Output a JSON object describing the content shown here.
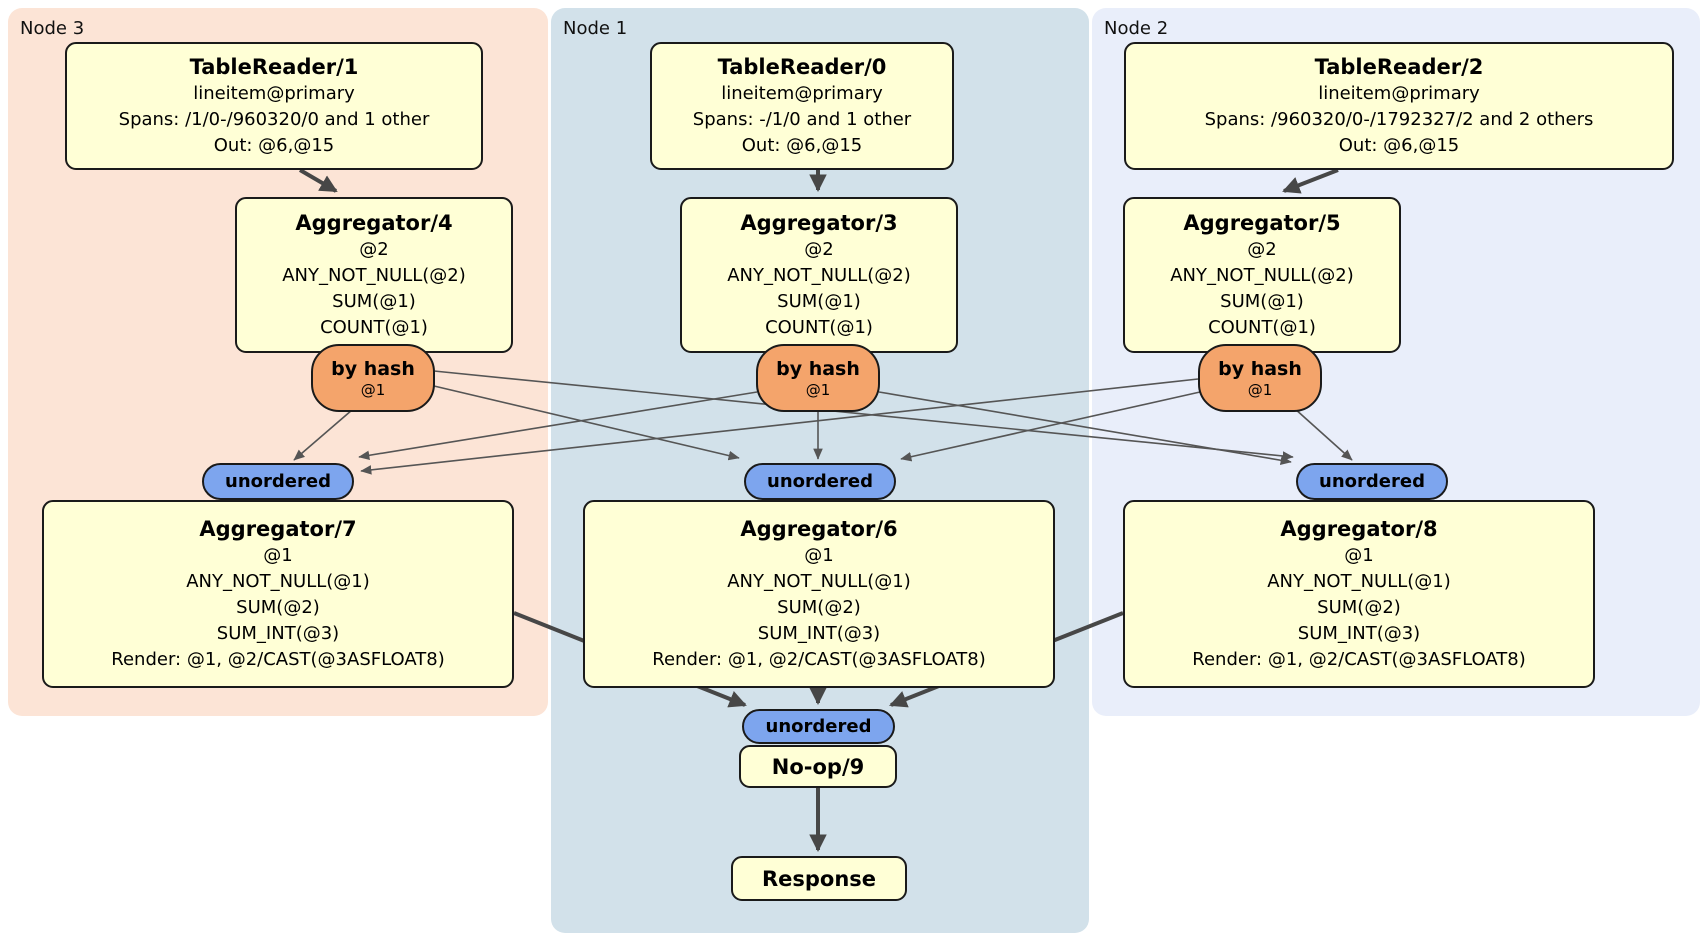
{
  "regions": [
    {
      "label": "Node 3"
    },
    {
      "label": "Node 1"
    },
    {
      "label": "Node 2"
    }
  ],
  "boxes": {
    "tablereader1": {
      "title": "TableReader/1",
      "lines": [
        "lineitem@primary",
        "Spans: /1/0-/960320/0 and 1 other",
        "Out: @6,@15"
      ]
    },
    "tablereader0": {
      "title": "TableReader/0",
      "lines": [
        "lineitem@primary",
        "Spans: -/1/0 and 1 other",
        "Out: @6,@15"
      ]
    },
    "tablereader2": {
      "title": "TableReader/2",
      "lines": [
        "lineitem@primary",
        "Spans: /960320/0-/1792327/2 and 2 others",
        "Out: @6,@15"
      ]
    },
    "aggregator4": {
      "title": "Aggregator/4",
      "lines": [
        "@2",
        "ANY_NOT_NULL(@2)",
        "SUM(@1)",
        "COUNT(@1)"
      ]
    },
    "aggregator3": {
      "title": "Aggregator/3",
      "lines": [
        "@2",
        "ANY_NOT_NULL(@2)",
        "SUM(@1)",
        "COUNT(@1)"
      ]
    },
    "aggregator5": {
      "title": "Aggregator/5",
      "lines": [
        "@2",
        "ANY_NOT_NULL(@2)",
        "SUM(@1)",
        "COUNT(@1)"
      ]
    },
    "aggregator7": {
      "title": "Aggregator/7",
      "lines": [
        "@1",
        "ANY_NOT_NULL(@1)",
        "SUM(@2)",
        "SUM_INT(@3)",
        "Render: @1, @2/CAST(@3ASFLOAT8)"
      ]
    },
    "aggregator6": {
      "title": "Aggregator/6",
      "lines": [
        "@1",
        "ANY_NOT_NULL(@1)",
        "SUM(@2)",
        "SUM_INT(@3)",
        "Render: @1, @2/CAST(@3ASFLOAT8)"
      ]
    },
    "aggregator8": {
      "title": "Aggregator/8",
      "lines": [
        "@1",
        "ANY_NOT_NULL(@1)",
        "SUM(@2)",
        "SUM_INT(@3)",
        "Render: @1, @2/CAST(@3ASFLOAT8)"
      ]
    },
    "noop9": {
      "title": "No-op/9"
    },
    "response": {
      "title": "Response"
    }
  },
  "routers": {
    "hash4": {
      "label": "by hash",
      "detail": "@1"
    },
    "hash3": {
      "label": "by hash",
      "detail": "@1"
    },
    "hash5": {
      "label": "by hash",
      "detail": "@1"
    }
  },
  "streams": {
    "unordered7": {
      "label": "unordered"
    },
    "unordered6": {
      "label": "unordered"
    },
    "unordered8": {
      "label": "unordered"
    },
    "unordered9": {
      "label": "unordered"
    }
  },
  "colors": {
    "node3_bg": "#fce4d6",
    "node1_bg": "#d2e1ea",
    "node2_bg": "#e9eefa",
    "processor_bg": "#ffffd6",
    "router_bg": "#f4a46b",
    "stream_bg": "#7da5ee",
    "edge_thick": "#474747",
    "edge_thin": "#555555"
  }
}
